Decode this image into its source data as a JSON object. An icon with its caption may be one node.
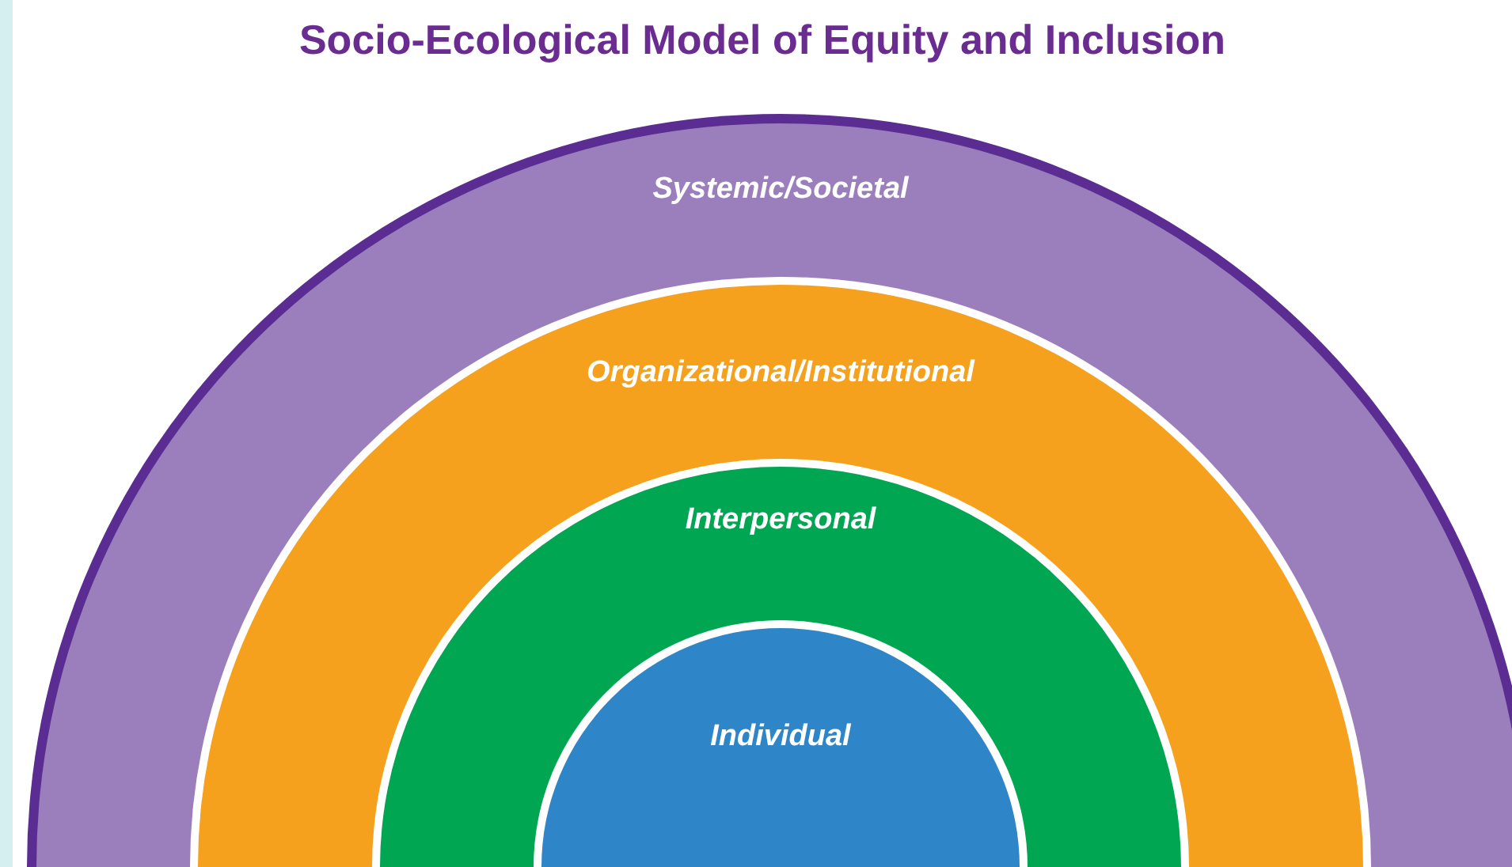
{
  "diagram": {
    "title": "Socio-Ecological Model of Equity and Inclusion",
    "nodes": [
      {
        "text": [
          "Systemic/Societal"
        ]
      },
      {
        "text": [
          "Organizational/Institutional"
        ],
        "in": 0
      },
      {
        "text": [
          "Interpersonal"
        ],
        "in": 1
      },
      {
        "text": [
          "Individual"
        ],
        "in": 2
      }
    ]
  }
}
